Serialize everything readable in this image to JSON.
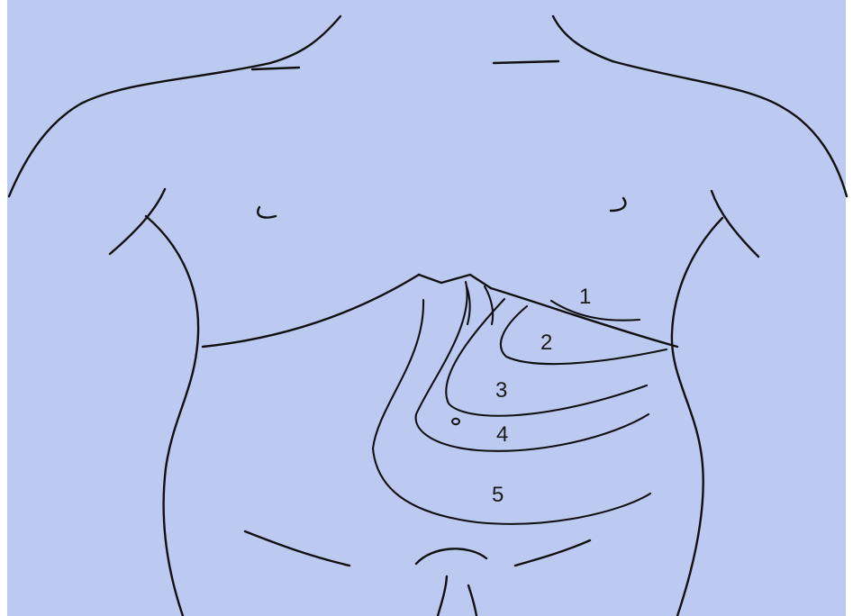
{
  "figure": {
    "background_color": "#bccaf1",
    "line_color": "#111111",
    "zone_labels": [
      "1",
      "2",
      "3",
      "4",
      "5"
    ]
  }
}
